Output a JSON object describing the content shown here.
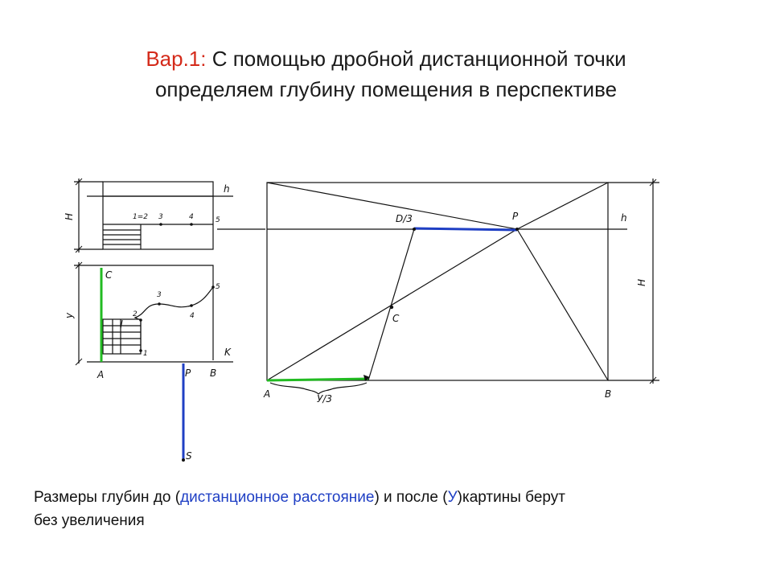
{
  "title": {
    "prefix": "Вар.1:",
    "line1": " С помощью дробной дистанционной точки",
    "line2": "определяем глубину помещения в перспективе"
  },
  "caption": {
    "part1": "Размеры глубин до (",
    "highlight1": "дистанционное расстояние",
    "part2": ") и после (",
    "highlight2": "У",
    "part3": ")картины берут",
    "line2": "без увеличения"
  },
  "left_plan": {
    "labels": {
      "h": "h",
      "H": "H",
      "y": "y",
      "n12": "1=2",
      "n3": "3",
      "n4": "4",
      "n5": "5",
      "c": "C",
      "a": "A",
      "p": "P",
      "b": "B",
      "k": "K",
      "s": "S",
      "p1": "1",
      "p2": "2",
      "p3": "3",
      "p4": "4",
      "p5": "5"
    }
  },
  "perspective": {
    "labels": {
      "d3": "D/3",
      "p": "P",
      "h": "h",
      "H": "H",
      "c": "C",
      "a": "A",
      "b": "B",
      "y3": "У/3"
    }
  },
  "colors": {
    "title_accent": "#d42a1a",
    "caption_accent": "#1f3fc4",
    "green_segment": "#22bb22",
    "blue_segment": "#1f3fc4",
    "line": "#111111"
  }
}
